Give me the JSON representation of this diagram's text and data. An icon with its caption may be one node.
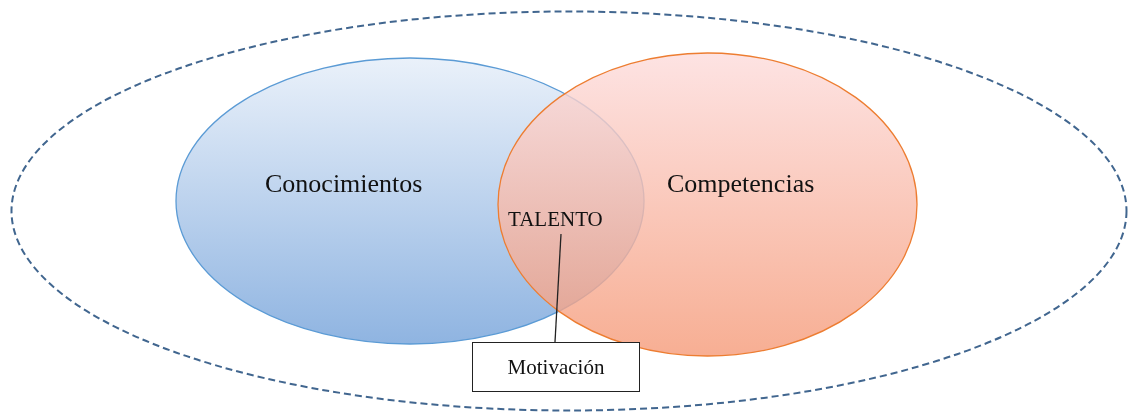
{
  "diagram": {
    "nodes": [
      {
        "text": [],
        "shape": "ellipse"
      },
      {
        "text": [
          "Conocimientos"
        ],
        "in": 0
      },
      {
        "text": [
          "Competencias"
        ],
        "in": 0
      },
      {
        "text": [
          "TALENTO"
        ]
      },
      {
        "text": [
          "Motivación"
        ],
        "in": 0
      }
    ],
    "edges": [
      {
        "from": 4,
        "to": 3,
        "arrow": "none"
      }
    ]
  }
}
